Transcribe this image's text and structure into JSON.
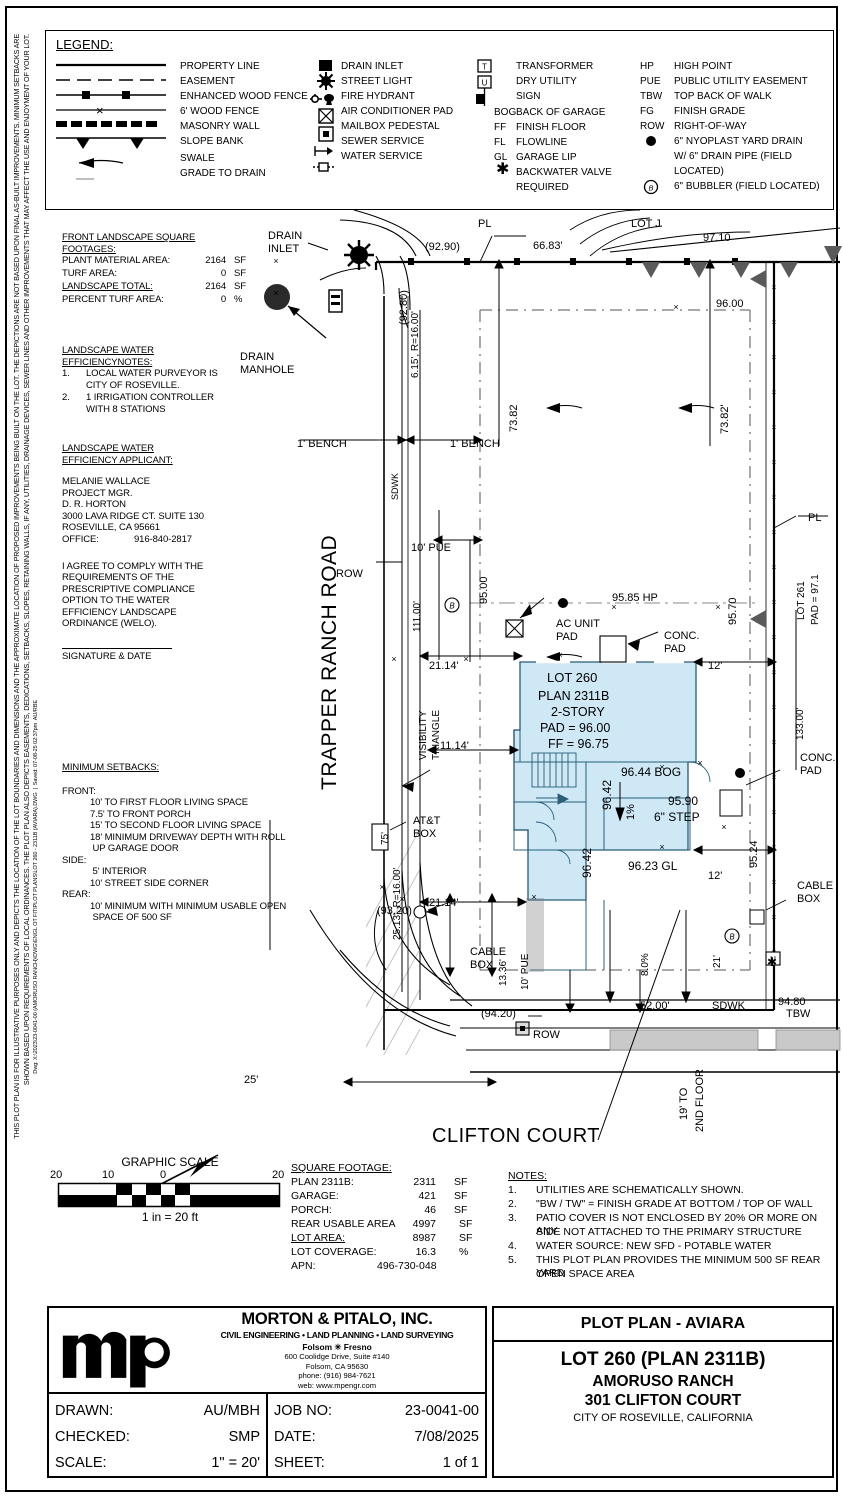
{
  "sheet": {
    "disclaimer_main": "THIS PLOT PLAN IS FOR ILLUSTRATIVE PURPOSES ONLY AND DEPICTS THE LOCATION OF THE LOT BOUNDARIES AND DIMENSIONS AND THE APPROXIMATE LOCATION OF PROPOSED IMPROVEMENTS BEING BUILT ON THE LOT. THE DEPICTIONS ARE NOT BASED UPON FINAL AS-BUILT IMPROVEMENTS. MINIMUM SETBACKS ARE",
    "disclaimer_second": "SHOWN BASED UPON REQUIREMENTS OF LOCAL ORDINANCES. THE PLOT PLAN ALSO DEPICTS EASEMENTS, DEDICATIONS, SETBACKS, SLOPES, RETAINING WALLS, IF ANY, UTILITIES, DRAINAGE DEVICES, SEWER LINES AND OTHER IMPROVEMENTS THAT MAY AFFECT THE USE AND ENJOYMENT OF YOUR LOT.",
    "file_path": "Dwg: X:\\2023\\23-0041-00 (AMORUSO RANCH)\\DWG\\ENGL OT FITIPLOT PLANS\\LOT 260 - 2311B (AVIARA).DWG  |  Saved: 07-08-25 02:37pm  AU/RBE"
  },
  "legend": {
    "title": "LEGEND:",
    "line_items": [
      {
        "symbol": "solid-line",
        "label": "PROPERTY LINE"
      },
      {
        "symbol": "dashed-line",
        "label": "EASEMENT"
      },
      {
        "symbol": "square-dot-line",
        "label": "ENHANCED WOOD FENCE"
      },
      {
        "symbol": "x-line",
        "label": "6' WOOD FENCE"
      },
      {
        "symbol": "dotted-thick-line",
        "label": "MASONRY WALL"
      },
      {
        "symbol": "slope-bank-line",
        "label": "SLOPE BANK"
      },
      {
        "symbol": "swale-arrow",
        "label": "SWALE"
      },
      {
        "symbol": "grade-to-drain",
        "label": "GRADE TO DRAIN"
      }
    ],
    "symbol_items": [
      {
        "symbol": "filled-square",
        "label": "DRAIN INLET"
      },
      {
        "symbol": "starburst",
        "label": "STREET LIGHT"
      },
      {
        "symbol": "fire-hydrant",
        "label": "FIRE HYDRANT"
      },
      {
        "symbol": "x-box",
        "label": "AIR CONDITIONER PAD"
      },
      {
        "symbol": "m-box",
        "label": "MAILBOX PEDESTAL"
      },
      {
        "symbol": "sewer-service",
        "label": "SEWER SERVICE"
      },
      {
        "symbol": "water-service",
        "label": "WATER SERVICE"
      }
    ],
    "abbrev_items": [
      {
        "symbol": "t-box",
        "label": "TRANSFORMER"
      },
      {
        "symbol": "u-box",
        "label": "DRY UTILITY"
      },
      {
        "symbol": "sign",
        "label": "SIGN"
      },
      {
        "symbol": "BOG",
        "label": "BACK OF GARAGE"
      },
      {
        "symbol": "FF",
        "label": "FINISH FLOOR"
      },
      {
        "symbol": "FL",
        "label": "FLOWLINE"
      },
      {
        "symbol": "GL",
        "label": "GARAGE LIP"
      },
      {
        "symbol": "asterisk",
        "label": "BACKWATER VALVE"
      },
      {
        "symbol": "",
        "label": "REQUIRED"
      }
    ],
    "abbrev_items2": [
      {
        "symbol": "HP",
        "label": "HIGH POINT"
      },
      {
        "symbol": "PUE",
        "label": "PUBLIC UTILITY EASEMENT"
      },
      {
        "symbol": "TBW",
        "label": "TOP BACK OF WALK"
      },
      {
        "symbol": "FG",
        "label": "FINISH GRADE"
      },
      {
        "symbol": "ROW",
        "label": "RIGHT-OF-WAY"
      },
      {
        "symbol": "filled-circle",
        "label": "6\" NYOPLAST YARD DRAIN"
      },
      {
        "symbol": "",
        "label": "W/ 6\" DRAIN PIPE (FIELD"
      },
      {
        "symbol": "",
        "label": "LOCATED)"
      },
      {
        "symbol": "b-circle",
        "label": "6\" BUBBLER (FIELD LOCATED)"
      }
    ]
  },
  "landscape": {
    "footage_title_1": "FRONT LANDSCAPE SQUARE",
    "footage_title_2": "FOOTAGES:",
    "rows": [
      {
        "label": "PLANT MATERIAL AREA:",
        "value": "2164",
        "unit": "SF"
      },
      {
        "label": "TURF AREA:",
        "value": "0",
        "unit": "SF"
      },
      {
        "label": "LANDSCAPE TOTAL:",
        "value": "2164",
        "unit": "SF"
      },
      {
        "label": "PERCENT TURF AREA:",
        "value": "0",
        "unit": "%"
      }
    ],
    "notes_title_1": "LANDSCAPE WATER",
    "notes_title_2": "EFFICIENCYNOTES:",
    "notes": [
      {
        "num": "1.",
        "text": "LOCAL WATER PURVEYOR IS"
      },
      {
        "num": "",
        "text": "CITY OF ROSEVILLE."
      },
      {
        "num": "2.",
        "text": "1 IRRIGATION CONTROLLER"
      },
      {
        "num": "",
        "text": "WITH 8 STATIONS"
      }
    ],
    "applicant_title_1": "LANDSCAPE WATER",
    "applicant_title_2": "EFFICIENCY APPLICANT:",
    "applicant": [
      "MELANIE WALLACE",
      "PROJECT MGR.",
      "D. R. HORTON",
      "3000 LAVA RIDGE CT. SUITE 130",
      "ROSEVILLE, CA 95661"
    ],
    "office_label": "OFFICE:",
    "office_phone": "916-840-2817",
    "agreement": [
      "I AGREE TO COMPLY WITH THE",
      "REQUIREMENTS OF THE",
      "PRESCRIPTIVE COMPLIANCE",
      "OPTION TO THE WATER",
      "EFFICIENCY LANDSCAPE",
      "ORDINANCE (WELO)."
    ],
    "signature_label": "SIGNATURE & DATE"
  },
  "setbacks": {
    "title": "MINIMUM SETBACKS:",
    "groups": [
      {
        "heading": "FRONT:",
        "lines": [
          "10' TO FIRST FLOOR LIVING SPACE",
          "7.5' TO FRONT PORCH",
          "15' TO SECOND FLOOR LIVING SPACE",
          "18' MINIMUM DRIVEWAY DEPTH WITH ROLL",
          " UP GARAGE DOOR"
        ]
      },
      {
        "heading": "SIDE:",
        "lines": [
          " 5' INTERIOR",
          "10' STREET SIDE CORNER"
        ]
      },
      {
        "heading": "REAR:",
        "lines": [
          "10' MINIMUM WITH MINIMUM USABLE OPEN",
          " SPACE OF 500 SF"
        ]
      }
    ]
  },
  "plan": {
    "street_name": "TRAPPER RANCH ROAD",
    "bottom_street": "CLIFTON COURT",
    "lot_j": "LOT J",
    "lot_261_line1": "LOT 261",
    "lot_261_line2": "PAD = 97.1",
    "house": {
      "lot": "LOT 260",
      "plan": "PLAN 2311B",
      "story": "2-STORY",
      "pad": "PAD = 96.00",
      "ff": "FF = 96.75"
    },
    "callouts": [
      "DRAIN\nINLET",
      "DRAIN\nMANHOLE",
      "AC UNIT\nPAD",
      "CONC.\nPAD",
      "CONC.\nPAD",
      "CABLE\nBOX",
      "CABLE\nBOX",
      "AT&T\nBOX",
      "VISIBILITY\nTRIANGLE",
      "ROW",
      "ROW",
      "SDWK",
      "SDWK",
      "PL",
      "PL"
    ],
    "dims": {
      "d_6683": "66.83'",
      "d_9710": "97.10",
      "d_9600": "96.00",
      "d_7382_left": "73.82",
      "d_7382_right": "73.82'",
      "d_9290": "(92.90)",
      "d_9280": "(92.80)",
      "d_615r": "6.15', R=16.00'",
      "d_bench_1": "1' BENCH",
      "d_bench_2": "1' BENCH",
      "d_sdwk_left": "SDWK",
      "d_10pue_top": "10' PUE",
      "d_11100": "111.00'",
      "d_9500": "95.00",
      "d_9570": "95.70",
      "d_13300": "133.00'",
      "d_9585hp": "95.85 HP",
      "d_2114_top": "21.14'",
      "d_1114": "11.14'",
      "d_12_top": "12'",
      "d_9644bog": "96.44 BOG",
      "d_9642a": "96.42",
      "d_9642b": "96.42",
      "d_1pct": "1%",
      "d_9590": "95.90",
      "d_6step": "6\" STEP",
      "d_9623gl": "96.23 GL",
      "d_9524": "95.24",
      "d_12_bot": "12'",
      "d_75": "75'",
      "d_9320": "(93.20)",
      "d_2114_bot": "21.14'",
      "d_2513r": "25.13', R=16.00'",
      "d_9420": "(94.20)",
      "d_1336": "13.36'",
      "d_10pue_bot": "10' PUE",
      "d_80pct": "8.0%",
      "d_21": "21'",
      "d_5200": "52.00'",
      "d_sdwk_bot": "SDWK",
      "d_9480": "94.80",
      "d_tbw": "TBW",
      "d_19to": "19' TO",
      "d_2ndfloor": "2ND FLOOR",
      "d_25": "25'"
    }
  },
  "graphic_scale": {
    "title": "GRAPHIC SCALE",
    "ticks": [
      "20",
      "10",
      "0",
      "20"
    ],
    "footer": "1 in =  20 ft"
  },
  "square_footage": {
    "title": "SQUARE FOOTAGE:",
    "rows": [
      {
        "label": "PLAN 2311B:",
        "value": "2311",
        "unit": "SF"
      },
      {
        "label": "GARAGE:",
        "value": "421",
        "unit": "SF"
      },
      {
        "label": "PORCH:",
        "value": "46",
        "unit": "SF"
      },
      {
        "label": "REAR USABLE AREA",
        "value": "4997",
        "unit": "SF"
      },
      {
        "label": "LOT AREA:",
        "value": "8987",
        "unit": "SF"
      },
      {
        "label": "LOT COVERAGE:",
        "value": "16.3",
        "unit": "%"
      },
      {
        "label": "APN:",
        "value": "496-730-048",
        "unit": ""
      }
    ]
  },
  "notes": {
    "title": "NOTES:",
    "items": [
      {
        "num": "1.",
        "lines": [
          "UTILITIES ARE SCHEMATICALLY SHOWN."
        ]
      },
      {
        "num": "2.",
        "lines": [
          "\"BW / TW\" = FINISH GRADE AT BOTTOM / TOP OF WALL"
        ]
      },
      {
        "num": "3.",
        "lines": [
          "PATIO COVER IS NOT ENCLOSED BY 20% OR MORE ON ANY",
          "SIDE NOT ATTACHED TO THE PRIMARY STRUCTURE"
        ]
      },
      {
        "num": "4.",
        "lines": [
          "WATER SOURCE: NEW SFD - POTABLE WATER"
        ]
      },
      {
        "num": "5.",
        "lines": [
          "THIS PLOT PLAN PROVIDES THE MINIMUM 500 SF REAR YARD",
          "OPEN SPACE AREA"
        ]
      }
    ]
  },
  "titleblock": {
    "company_name": "MORTON & PITALO, INC.",
    "disciplines": "CIVIL ENGINEERING • LAND PLANNING • LAND SURVEYING",
    "cities": "Folsom  ✳  Fresno",
    "address1": "600 Coolidge Drive, Suite #140",
    "address2": "Folsom, CA 95630",
    "phone": "phone: (916) 984-7621",
    "web": "web: www.mpengr.com",
    "fields": [
      {
        "label": "DRAWN:",
        "value": "AU/MBH"
      },
      {
        "label": "CHECKED:",
        "value": "SMP"
      },
      {
        "label": "SCALE:",
        "value": "1\" =  20'"
      }
    ],
    "fields2": [
      {
        "label": "JOB NO:",
        "value": "23-0041-00"
      },
      {
        "label": "DATE:",
        "value": "7/08/2025"
      },
      {
        "label": "SHEET:",
        "value": "1 of 1"
      }
    ],
    "right_title": "PLOT PLAN - AVIARA",
    "right_l1": "LOT 260 (PLAN 2311B)",
    "right_l2": "AMORUSO RANCH",
    "right_l3": "301 CLIFTON COURT",
    "right_l4": "CITY OF ROSEVILLE, CALIFORNIA"
  },
  "colors": {
    "house_fill": "#cfe8f5",
    "house_stroke": "#1a4f6b",
    "paper": "#ffffff",
    "ink": "#000000"
  }
}
